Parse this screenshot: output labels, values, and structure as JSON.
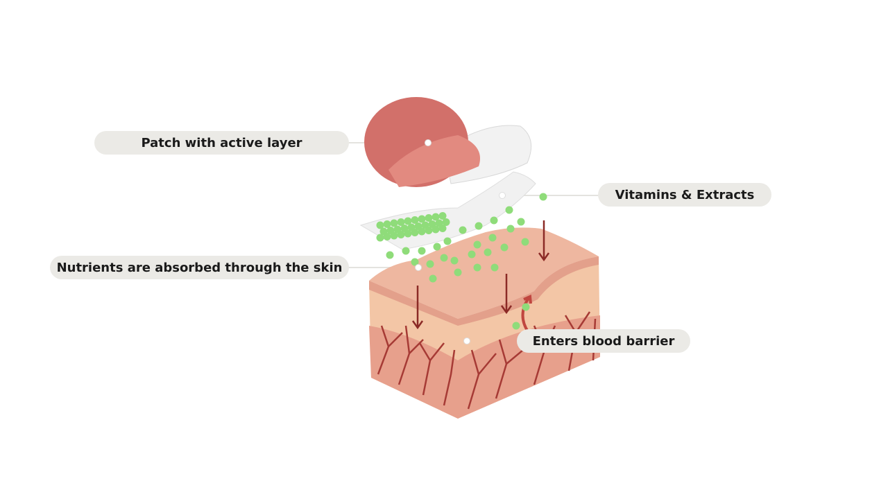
{
  "labels": {
    "patch": "Patch with active layer",
    "vitamins": "Vitamins & Extracts",
    "nutrients": "Nutrients are absorbed through the skin",
    "blood": "Enters blood barrier"
  },
  "colors": {
    "patch": "#d2706a",
    "skin_top": "#eeb7a0",
    "dermis": "#f6cfae",
    "deep": "#e79b89",
    "vessel": "#a63a35",
    "nutrient": "#8fdc7a",
    "pill_bg": "#ebeae6"
  }
}
